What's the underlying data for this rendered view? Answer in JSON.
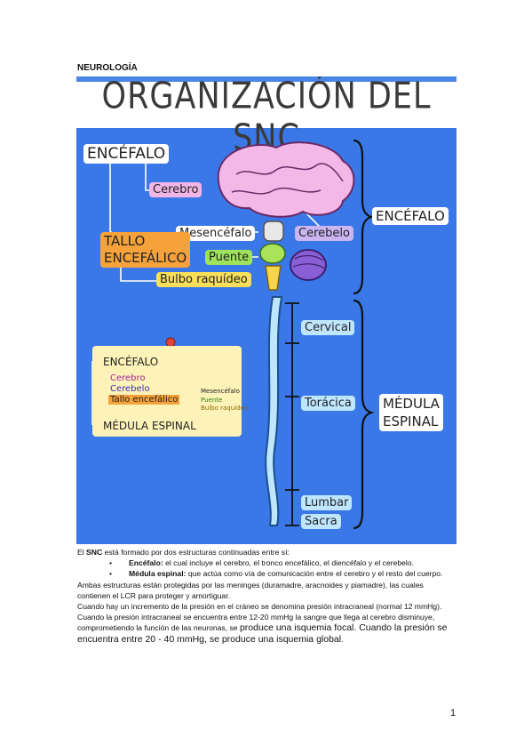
{
  "header": {
    "section_title": "NEUROLOGÍA"
  },
  "figure": {
    "title": "ORGANIZACIÓN DEL SNC",
    "labels": {
      "encefalo_top": "ENCÉFALO",
      "cerebro": "Cerebro",
      "mesencefalo": "Mesencéfalo",
      "cerebelo": "Cerebelo",
      "tallo_1": "TALLO",
      "tallo_2": "ENCEFÁLICO",
      "puente": "Puente",
      "bulbo": "Bulbo raquídeo",
      "encefalo_right": "ENCÉFALO",
      "cervical": "Cervical",
      "toracica": "Torácica",
      "lumbar": "Lumbar",
      "sacra": "Sacra",
      "medula_1": "MÉDULA",
      "medula_2": "ESPINAL"
    },
    "legend": {
      "encefalo": "ENCÉFALO",
      "cerebro": "Cerebro",
      "cerebelo": "Cerebelo",
      "tallo": "Tallo encefálico",
      "mesencefalo": "Mesencéfalo",
      "puente": "Puente",
      "bulbo": "Bulbo raquídeo",
      "medula": "MÉDULA ESPINAL"
    },
    "colors": {
      "background": "#3a78e8",
      "brain": "#f4b8e8",
      "cerebellum": "#8a5fd6",
      "spinal_cord": "#bfe6ff"
    }
  },
  "body": {
    "p1_a": "El ",
    "p1_b": "SNC",
    "p1_c": " está formado por dos estructuras continuadas entre sí:",
    "li1_term": "Encéfalo:",
    "li1_text": " el cual incluye el cerebro, el tronco encefálico, el diencéfalo y el cerebelo.",
    "li2_term": "Médula espinal:",
    "li2_text": " que actúa como vía de comunicación entre el cerebro y el resto del cuerpo.",
    "p2": "Ambas estructuras están protegidas por las meninges (duramadre, aracnoides y piamadre), las cuales contienen el LCR para proteger y amortiguar.",
    "p3_a": "Cuando hay un incremento de la presión en el cráneo se denomina presión intracraneal (normal 12 mmHg). Cuando la presión intracraneal se encuentra entre 12-20 mmHg la sangre que llega al cerebro disminuye, comprometiendo la función de las neuronas, se ",
    "p3_b": "produce una isquemia focal. Cuando la presión se encuentra entre 20 - 40 mmHg, se produce una isquemia global",
    "p3_c": "."
  },
  "footer": {
    "page_number": "1"
  }
}
